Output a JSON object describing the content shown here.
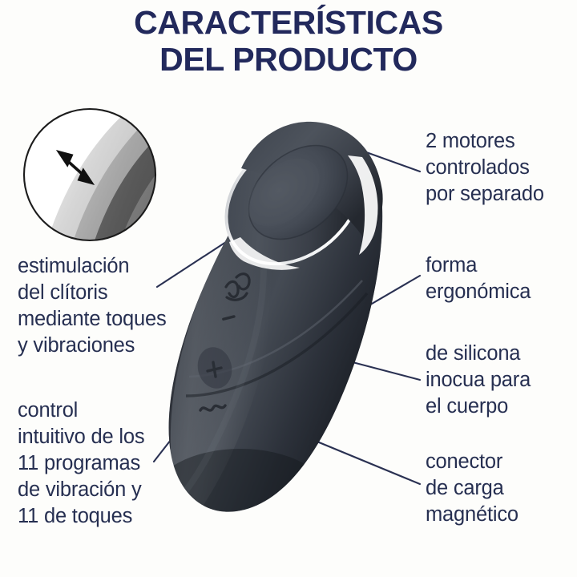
{
  "page": {
    "background_color": "#fdfdfb",
    "text_color": "#262f51",
    "title_color": "#22295c",
    "accent_line_color": "#2a3152",
    "product_color": "#3a3f48",
    "product_highlight_color": "#f2f2f0"
  },
  "header": {
    "title_line1": "CARACTERÍSTICAS",
    "title_line2": "DEL PRODUCTO"
  },
  "callouts": {
    "motores": {
      "line1": "2 motores",
      "line2": "controlados",
      "line3": "por separado"
    },
    "forma": {
      "line1": "forma",
      "line2": "ergonómica"
    },
    "silicona": {
      "line1": "de silicona",
      "line2": "inocua para",
      "line3": "el cuerpo"
    },
    "conector": {
      "line1": "conector",
      "line2": "de carga",
      "line3": "magnético"
    },
    "estimulacion": {
      "line1": "estimulación",
      "line2": "del clítoris",
      "line3": "mediante toques",
      "line4": "y vibraciones"
    },
    "control": {
      "line1": "control",
      "line2": "intuitivo de los",
      "line3": "11 programas",
      "line4": "de vibración y",
      "line5": "11 de toques"
    }
  },
  "product": {
    "magnifier_inset": {
      "shape": "circle",
      "description": "detail-zoom-of-air-pulse-opening",
      "arrow": "double-headed-arrow"
    },
    "controls": [
      {
        "name": "air-pulse-icon",
        "glyph": "wave"
      },
      {
        "name": "minus-button",
        "glyph": "−"
      },
      {
        "name": "plus-button",
        "glyph": "+"
      },
      {
        "name": "vibration-icon",
        "glyph": "∿"
      }
    ]
  }
}
